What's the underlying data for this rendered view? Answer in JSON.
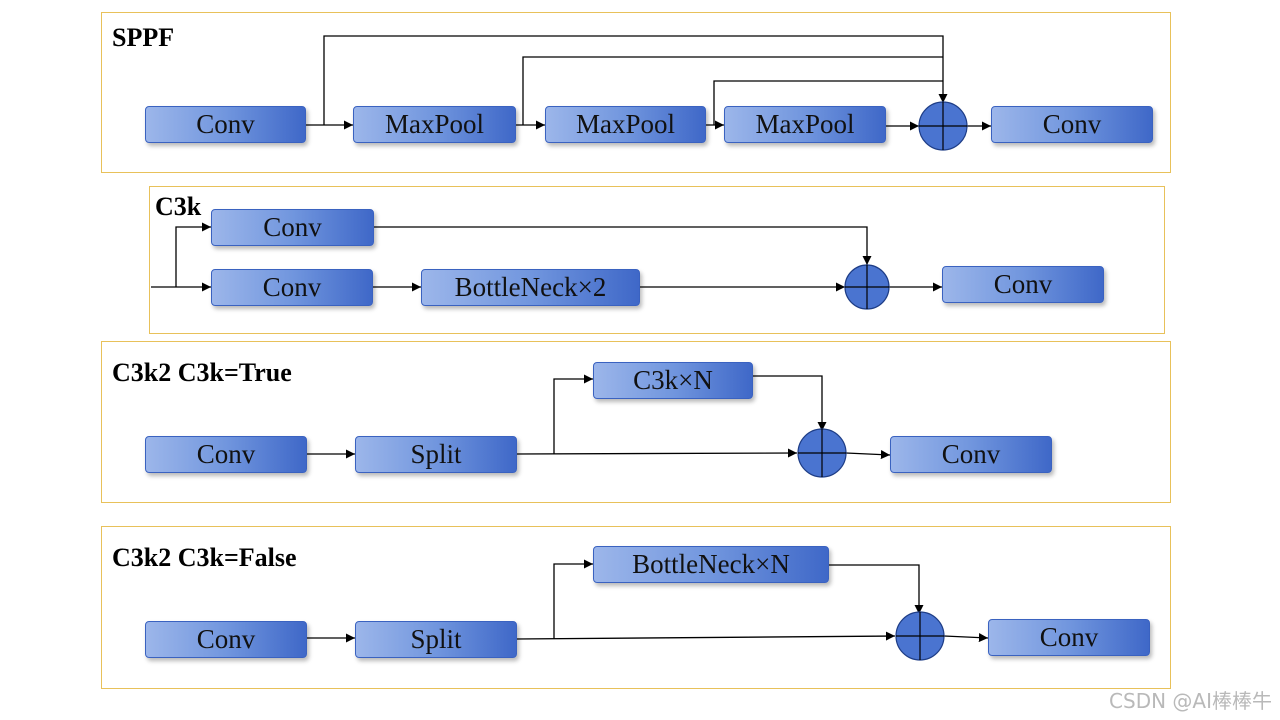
{
  "panels": {
    "sppf": {
      "title": "SPPF"
    },
    "c3k": {
      "title": "C3k"
    },
    "c3k2_true": {
      "title": "C3k2 C3k=True"
    },
    "c3k2_false": {
      "title": "C3k2 C3k=False"
    }
  },
  "blocks": {
    "sppf_conv_in": "Conv",
    "sppf_maxpool_1": "MaxPool",
    "sppf_maxpool_2": "MaxPool",
    "sppf_maxpool_3": "MaxPool",
    "sppf_conv_out": "Conv",
    "c3k_conv_top": "Conv",
    "c3k_conv_bottom": "Conv",
    "c3k_bottleneck": "BottleNeck×2",
    "c3k_conv_out": "Conv",
    "t_conv_in": "Conv",
    "t_split": "Split",
    "t_c3k": "C3k×N",
    "t_conv_out": "Conv",
    "f_conv_in": "Conv",
    "f_split": "Split",
    "f_bottleneck": "BottleNeck×N",
    "f_conv_out": "Conv"
  },
  "watermark": "CSDN @AI棒棒牛",
  "colors": {
    "panel_border": "#e8c15a",
    "block_light": "#9cb6ea",
    "block_dark": "#3f68c8",
    "add_node_fill": "#4a74d0",
    "wire": "#000000"
  }
}
